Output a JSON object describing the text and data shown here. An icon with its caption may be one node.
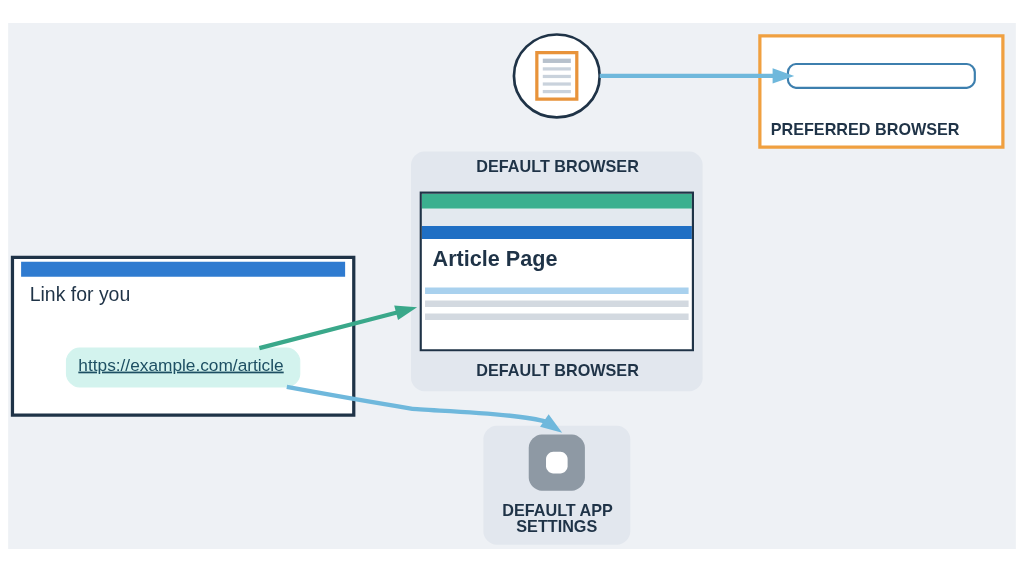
{
  "diagram": {
    "nodes": [
      {
        "text": [
          "Link for you"
        ]
      },
      {
        "text": [
          "https://example.com/article"
        ],
        "in": 0
      },
      {
        "text": [
          "DEFAULT BROWSER",
          "Article Page",
          "DEFAULT BROWSER"
        ]
      },
      {
        "text": [],
        "shape": "cloud"
      },
      {
        "text": [
          "PREFERRED BROWSER"
        ]
      },
      {
        "text": [],
        "shape": "box",
        "in": 4
      },
      {
        "text": [
          "DEFAULT APP SETTINGS"
        ]
      }
    ],
    "edges": [
      {
        "from": 1,
        "to": 2,
        "arrow": "to",
        "color": "#3aa88a"
      },
      {
        "from": 1,
        "to": 6,
        "arrow": "to"
      },
      {
        "from": 3,
        "to": 5,
        "arrow": "to"
      }
    ]
  }
}
